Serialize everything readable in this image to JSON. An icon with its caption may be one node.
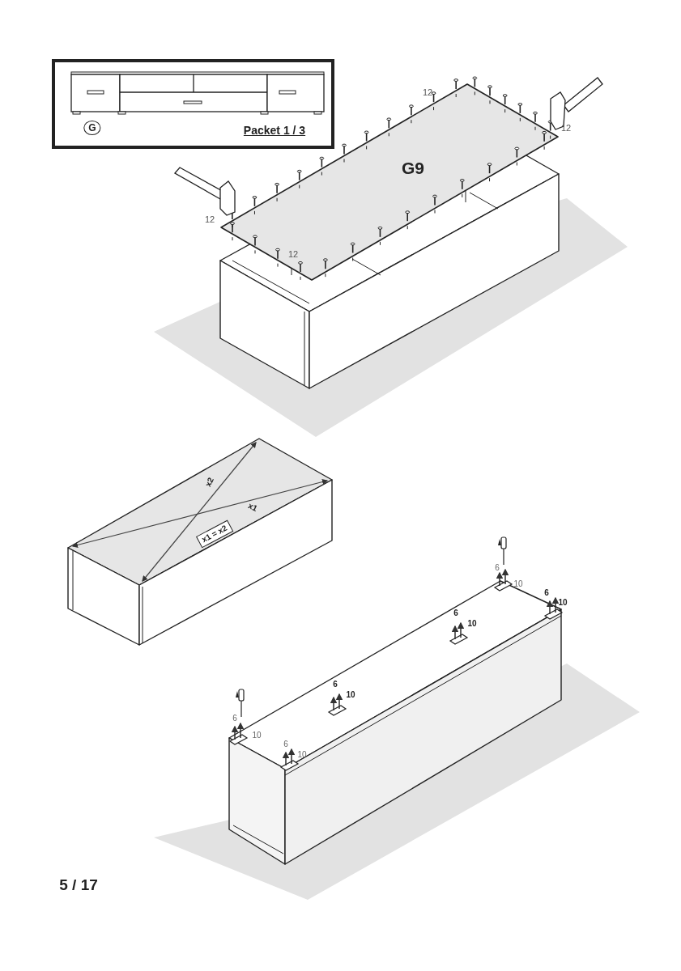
{
  "diagram": {
    "labels": [
      "G",
      "Packet 1 / 3",
      "12",
      "12",
      "G9",
      "12",
      "12",
      "x2",
      "x1",
      "x1 = x2",
      "6",
      "10",
      "6",
      "10",
      "6",
      "10",
      "6",
      "10",
      "6",
      "10",
      "6",
      "10",
      "5 / 17"
    ]
  }
}
